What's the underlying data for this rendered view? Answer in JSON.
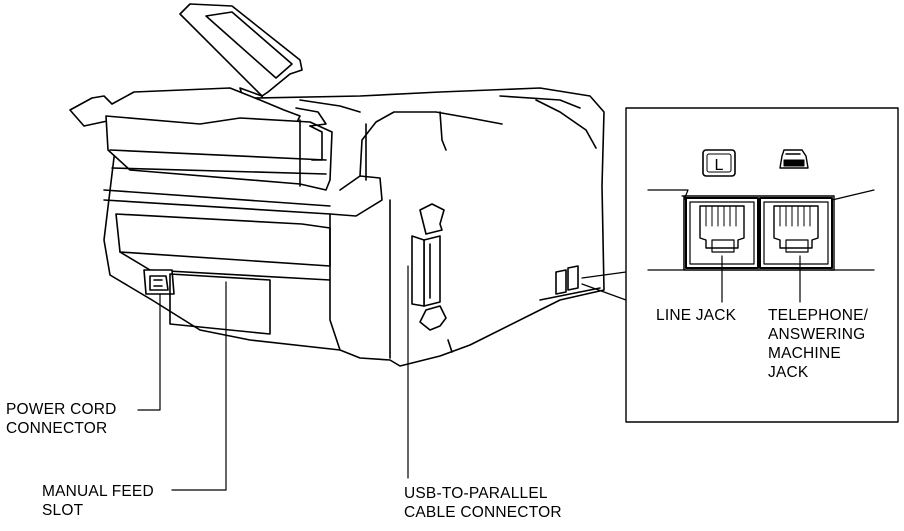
{
  "labels": {
    "power_cord": [
      "POWER CORD",
      "CONNECTOR"
    ],
    "manual_feed": [
      "MANUAL FEED",
      "SLOT"
    ],
    "usb_parallel": [
      "USB-TO-PARALLEL",
      "CABLE CONNECTOR"
    ],
    "line_jack": [
      "LINE JACK"
    ],
    "telephone_jack": [
      "TELEPHONE/",
      "ANSWERING",
      "MACHINE",
      "JACK"
    ]
  },
  "icons": {
    "line_jack_symbol": "L",
    "line_jack_icon": "line-letter-icon",
    "telephone_jack_icon": "telephone-icon"
  },
  "colors": {
    "stroke": "#000000",
    "background": "#ffffff"
  }
}
